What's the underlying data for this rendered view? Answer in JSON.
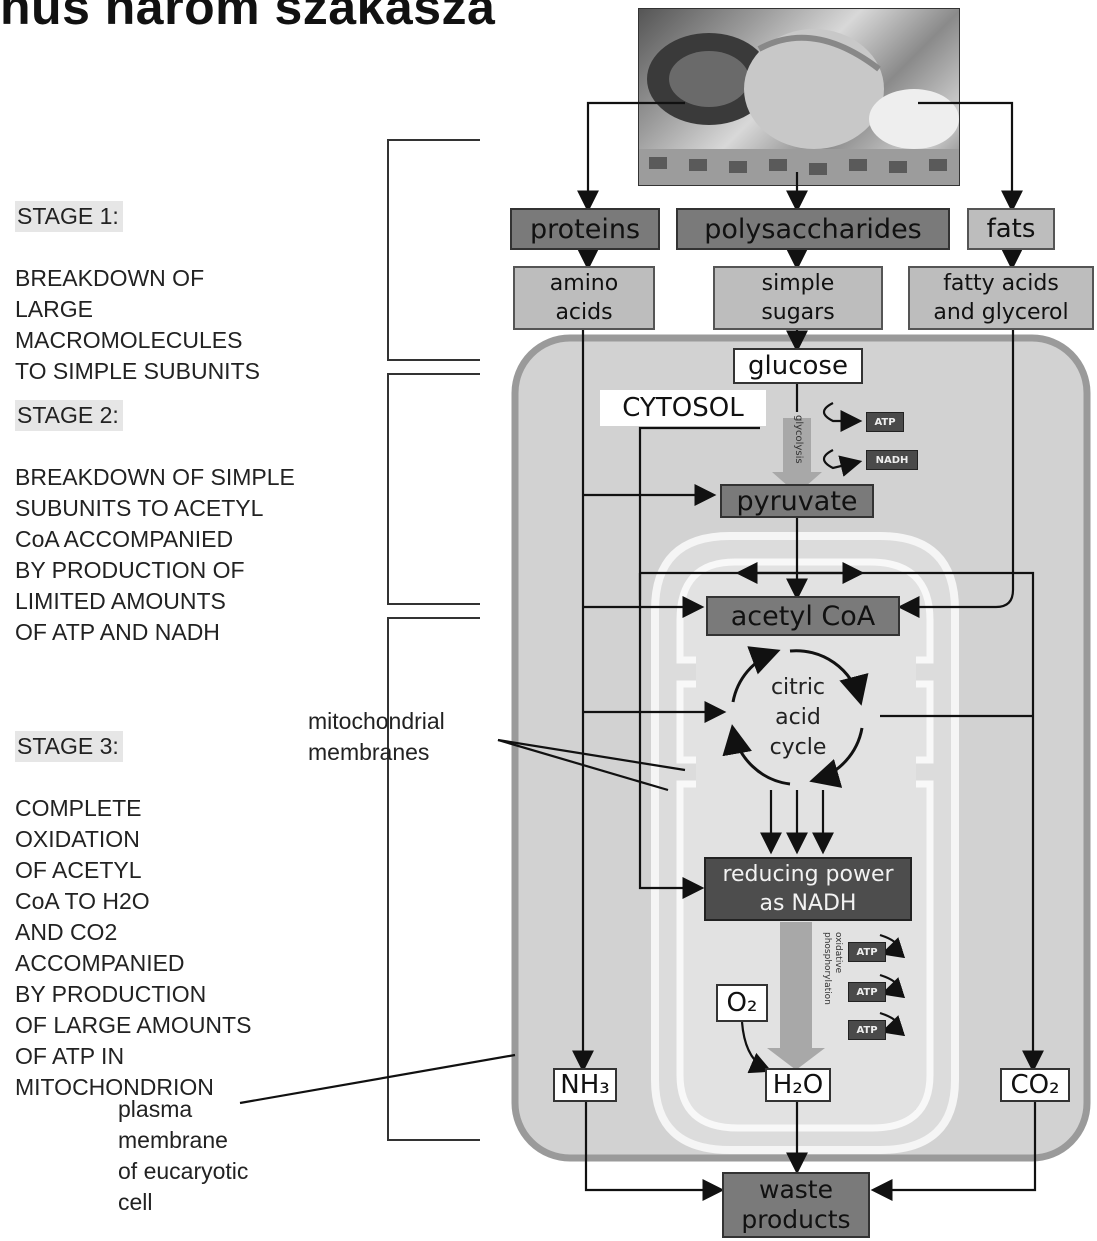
{
  "title": "hus három szakasza",
  "photo": {
    "description_icon": "food-photo-icon"
  },
  "stages": [
    {
      "head": "STAGE 1:",
      "body": "BREAKDOWN OF\nLARGE\nMACROMOLECULES\nTO SIMPLE SUBUNITS"
    },
    {
      "head": "STAGE 2:",
      "body": "BREAKDOWN OF SIMPLE\nSUBUNITS TO ACETYL\nCoA ACCOMPANIED\nBY PRODUCTION OF\nLIMITED AMOUNTS\nOF ATP AND NADH"
    },
    {
      "head": "STAGE 3:",
      "body": "COMPLETE\nOXIDATION\nOF ACETYL\nCoA TO H2O\nAND CO2\nACCOMPANIED\nBY PRODUCTION\nOF LARGE AMOUNTS\nOF ATP IN\nMITOCHONDRION"
    }
  ],
  "labels": {
    "mito": "mitochondrial\nmembranes",
    "plasma": "plasma\nmembrane\nof eucaryotic\ncell",
    "cytosol": "CYTOSOL",
    "glycolysis": "glycolysis",
    "oxphos": "oxidative\nphosphorylation"
  },
  "nodes": {
    "proteins": "proteins",
    "polysaccharides": "polysaccharides",
    "fats": "fats",
    "amino": "amino\nacids",
    "sugars": "simple\nsugars",
    "fatty": "fatty acids\nand glycerol",
    "glucose": "glucose",
    "pyruvate": "pyruvate",
    "acetyl": "acetyl CoA",
    "citric": "citric\nacid\ncycle",
    "nadh_power": "reducing power\nas NADH",
    "o2": "O₂",
    "h2o": "H₂O",
    "nh3": "NH₃",
    "co2": "CO₂",
    "waste": "waste\nproducts",
    "atp": "ATP",
    "nadh": "NADH"
  }
}
